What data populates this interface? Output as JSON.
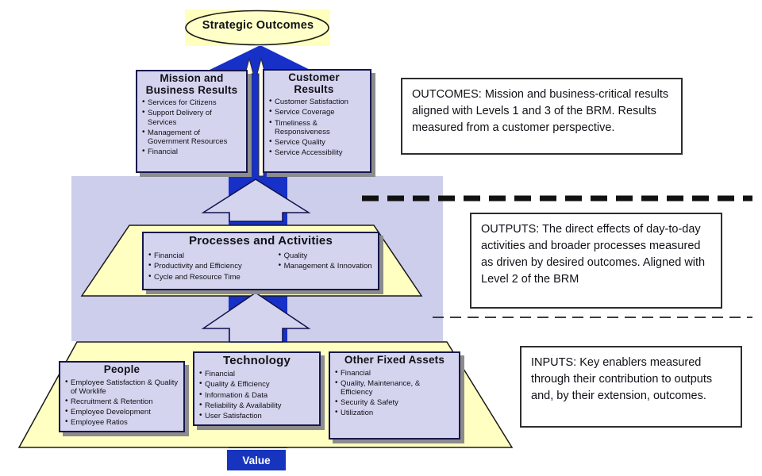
{
  "header": {
    "title": "Strategic Outcomes"
  },
  "outcomes_level": {
    "mission_box": {
      "title": "Mission and Business Results",
      "bullets": [
        "Services for Citizens",
        "Support Delivery of Services",
        "Management of Government Resources",
        "Financial"
      ]
    },
    "customer_box": {
      "title": "Customer Results",
      "bullets": [
        "Customer Satisfaction",
        "Service Coverage",
        "Timeliness & Responsiveness",
        "Service Quality",
        "Service Accessibility"
      ]
    }
  },
  "outputs_level": {
    "processes_box": {
      "title": "Processes and Activities",
      "bullets_left": [
        "Financial",
        "Productivity and Efficiency",
        "Cycle and Resource Time"
      ],
      "bullets_right": [
        "Quality",
        "Management & Innovation"
      ]
    }
  },
  "inputs_level": {
    "people_box": {
      "title": "People",
      "bullets": [
        "Employee Satisfaction & Quality of Worklife",
        "Recruitment & Retention",
        "Employee Development",
        "Employee Ratios"
      ]
    },
    "technology_box": {
      "title": "Technology",
      "bullets": [
        "Financial",
        "Quality & Efficiency",
        "Information & Data",
        "Reliability & Availability",
        "User Satisfaction"
      ]
    },
    "other_fixed_assets_box": {
      "title": "Other Fixed Assets",
      "bullets": [
        "Financial",
        "Quality, Maintenance, & Efficiency",
        "Security & Safety",
        "Utilization"
      ]
    }
  },
  "annotations": {
    "outcomes": "OUTCOMES: Mission and business-critical results aligned with Levels 1 and 3 of the BRM.  Results measured from a customer perspective.",
    "outputs": "OUTPUTS: The direct effects of day-to-day activities and broader processes measured as driven by desired outcomes.  Aligned with Level 2 of the BRM",
    "inputs": "INPUTS: Key enablers measured through their contribution to outputs and, by their extension, outcomes."
  },
  "footer": {
    "value_label": "Value"
  },
  "colors": {
    "arrow_blue": "#1630c8",
    "panel_lavender": "#d4d4ef",
    "background_lavender": "#cdcdec",
    "trapezoid_yellow": "#ffffc2",
    "highlight_yellow": "#ffffbe",
    "shadow_gray": "#8c8c8c",
    "value_blue": "#1634be"
  }
}
